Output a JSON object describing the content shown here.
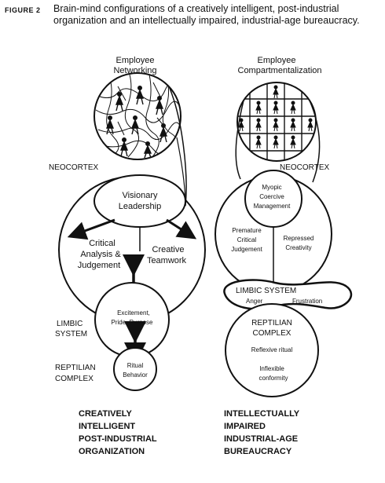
{
  "figure_label": "FIGURE 2",
  "caption": "Brain-mind configurations of a creatively intelligent, post-industrial organization and an intellectually impaired, industrial-age bureaucracy.",
  "left": {
    "top_title": [
      "Employee",
      "Networking"
    ],
    "neocortex": "NEOCORTEX",
    "visionary": [
      "Visionary",
      "Leadership"
    ],
    "critical": [
      "Critical",
      "Analysis &",
      "Judgement"
    ],
    "creative": [
      "Creative",
      "Teamwork"
    ],
    "excitement": [
      "Excitement,",
      "Pride, Purpose"
    ],
    "limbic": [
      "LIMBIC",
      "SYSTEM"
    ],
    "reptilian": [
      "REPTILIAN",
      "COMPLEX"
    ],
    "ritual": [
      "Ritual",
      "Behavior"
    ],
    "bottom_title": [
      "CREATIVELY",
      "INTELLIGENT",
      "POST-INDUSTRIAL",
      "ORGANIZATION"
    ]
  },
  "right": {
    "top_title": [
      "Employee",
      "Compartmentalization"
    ],
    "neocortex": "NEOCORTEX",
    "myopic": [
      "Myopic",
      "Coercive",
      "Management"
    ],
    "premature": [
      "Premature",
      "Critical",
      "Judgement"
    ],
    "repressed": [
      "Repressed",
      "Creativity"
    ],
    "limbic": "LIMBIC SYSTEM",
    "anger": "Anger",
    "frustration": "Frustration",
    "reptilian": [
      "REPTILIAN",
      "COMPLEX"
    ],
    "reflexive": "Reflexive ritual",
    "inflexible": [
      "Inflexible",
      "conformity"
    ],
    "bottom_title": [
      "INTELLECTUALLY",
      "IMPAIRED",
      "INDUSTRIAL-AGE",
      "BUREAUCRACY"
    ]
  }
}
